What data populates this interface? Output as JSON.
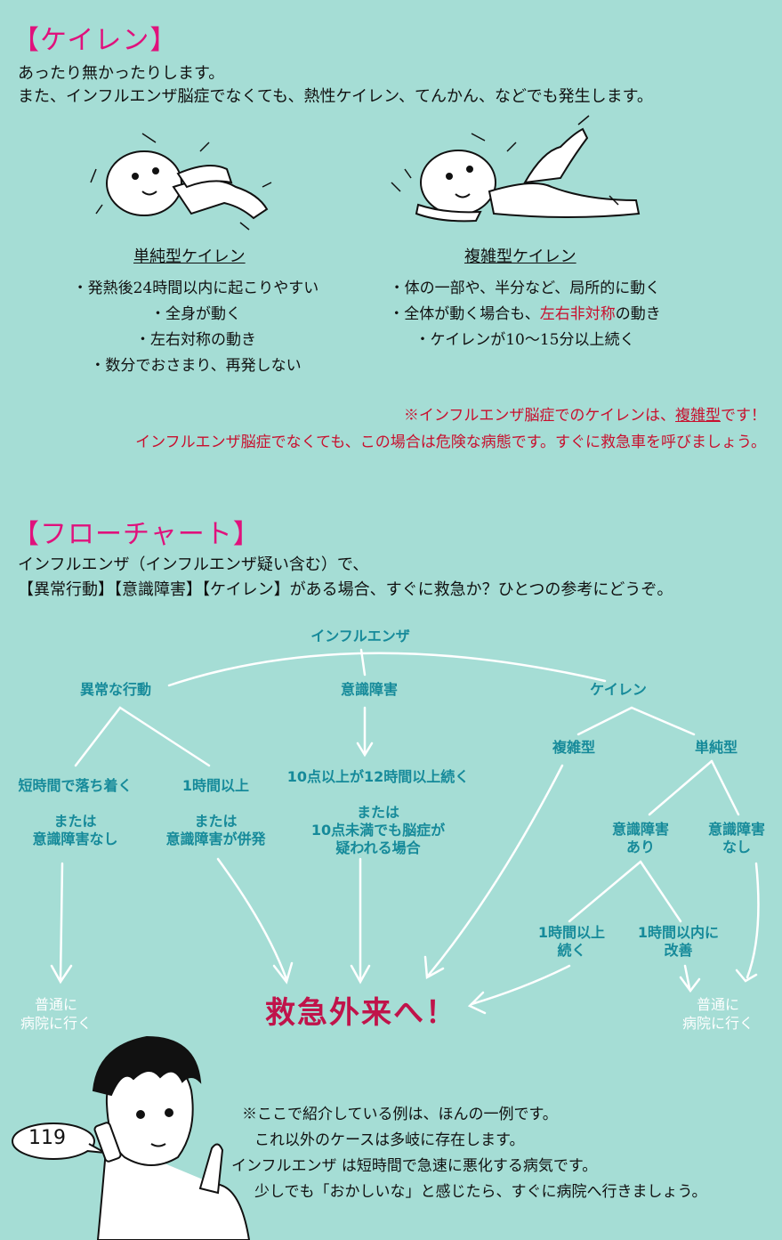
{
  "section1": {
    "header": "【ケイレン】",
    "intro": [
      "あったり無かったりします。",
      "また、インフルエンザ脳症でなくても、熱性ケイレン、てんかん、などでも発生します。"
    ],
    "simple": {
      "caption": "単純型ケイレン",
      "bullets": [
        "・発熱後24時間以内に起こりやすい",
        "・全身が動く",
        "・左右対称の動き",
        "・数分でおさまり、再発しない"
      ]
    },
    "complex": {
      "caption": "複雑型ケイレン",
      "bullet1": "・体の一部や、半分など、局所的に動く",
      "bullet2_pre": "・全体が動く場合も、",
      "bullet2_red": "左右非対称",
      "bullet2_post": "の動き",
      "bullet3": "・ケイレンが10～15分以上続く"
    },
    "warning": {
      "line1_pre": "※インフルエンザ脳症でのケイレンは、",
      "line1_em": "複雑型",
      "line1_post": "です！",
      "line2": "インフルエンザ脳症でなくても、この場合は危険な病態です。すぐに救急車を呼びましょう。"
    }
  },
  "section2": {
    "header": "【フローチャート】",
    "intro": [
      "インフルエンザ（インフルエンザ疑い含む）で、",
      "【異常行動】【意識障害】【ケイレン】がある場合、すぐに救急か？ひとつの参考にどうぞ。"
    ]
  },
  "flowchart": {
    "root": "インフルエンザ",
    "abnormal": "異常な行動",
    "consciousness": "意識障害",
    "seizure": "ケイレン",
    "short_time": "短時間で落ち着く\n\nまたは\n意識障害なし",
    "over_1h": "1時間以上\n\nまたは\n意識障害が併発",
    "ten_points": "10点以上が12時間以上続く\n\nまたは\n10点未満でも脳症が\n疑われる場合",
    "complex": "複雑型",
    "simple": "単純型",
    "cons_yes": "意識障害\nあり",
    "cons_no": "意識障害\nなし",
    "over_1h_cont": "1時間以上\n続く",
    "within_1h": "1時間以内に\n改善",
    "normal_left": "普通に\n病院に行く",
    "er": "救急外来へ！",
    "normal_right": "普通に\n病院に行く"
  },
  "phone_bubble": "119",
  "notes": [
    "※ここで紹介している例は、ほんの一例です。",
    "これ以外のケースは多岐に存在します。",
    "インフルエンザ は短時間で急速に悪化する病気です。",
    "少しでも「おかしいな」と感じたら、すぐに病院へ行きましょう。"
  ],
  "colors": {
    "header": "#e0117c",
    "warning": "#c8102e",
    "flow_label": "#168a9a",
    "er": "#c0134a",
    "background": "#a5ddd5"
  }
}
